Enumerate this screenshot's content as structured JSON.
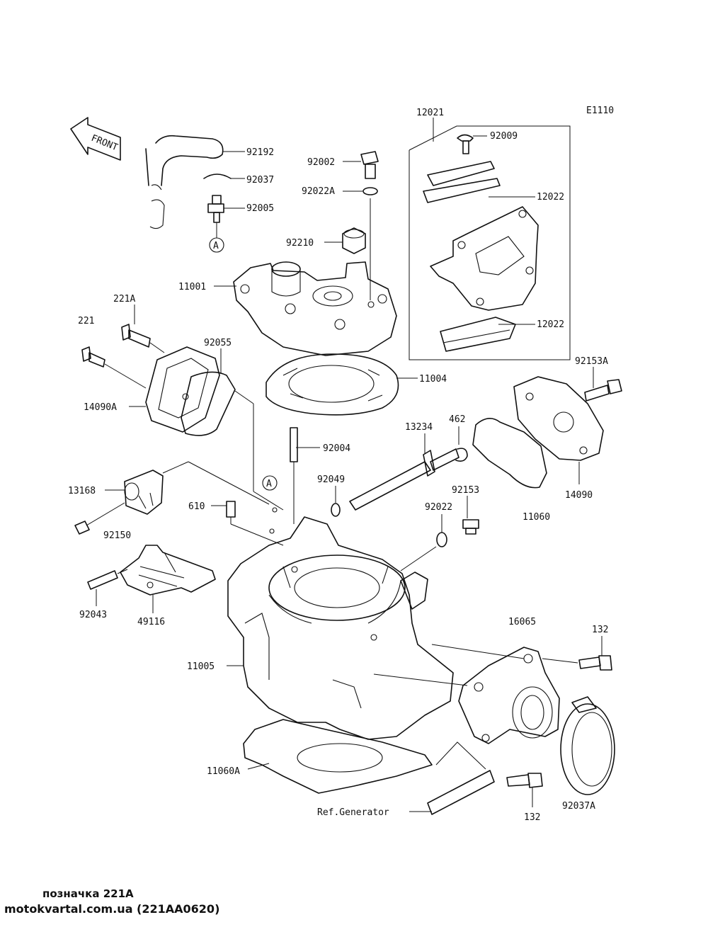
{
  "diagram_code": "E1110",
  "front_label": "FRONT",
  "ref_marker": "A",
  "part_labels": {
    "p12021": "12021",
    "p92009": "92009",
    "p12022a": "12022",
    "p12022b": "12022",
    "p92192": "92192",
    "p92037": "92037",
    "p92005": "92005",
    "p92002": "92002",
    "p92022A": "92022A",
    "p92210": "92210",
    "p11001": "11001",
    "p221A": "221A",
    "p221": "221",
    "p92055": "92055",
    "p14090A": "14090A",
    "p11004": "11004",
    "p92153A": "92153A",
    "p13234": "13234",
    "p462": "462",
    "p92004": "92004",
    "p92049": "92049",
    "p13168": "13168",
    "p610": "610",
    "p92150": "92150",
    "p92153": "92153",
    "p92022": "92022",
    "p14090": "14090",
    "p11060": "11060",
    "p92043": "92043",
    "p49116": "49116",
    "p16065": "16065",
    "p132a": "132",
    "p11005": "11005",
    "p11060A": "11060A",
    "pRefGen": "Ref.Generator",
    "p132b": "132",
    "p92037A": "92037A"
  },
  "caption_line1": "позначка 221A",
  "caption_line2": "motokvartal.com.ua (221AA0620)"
}
